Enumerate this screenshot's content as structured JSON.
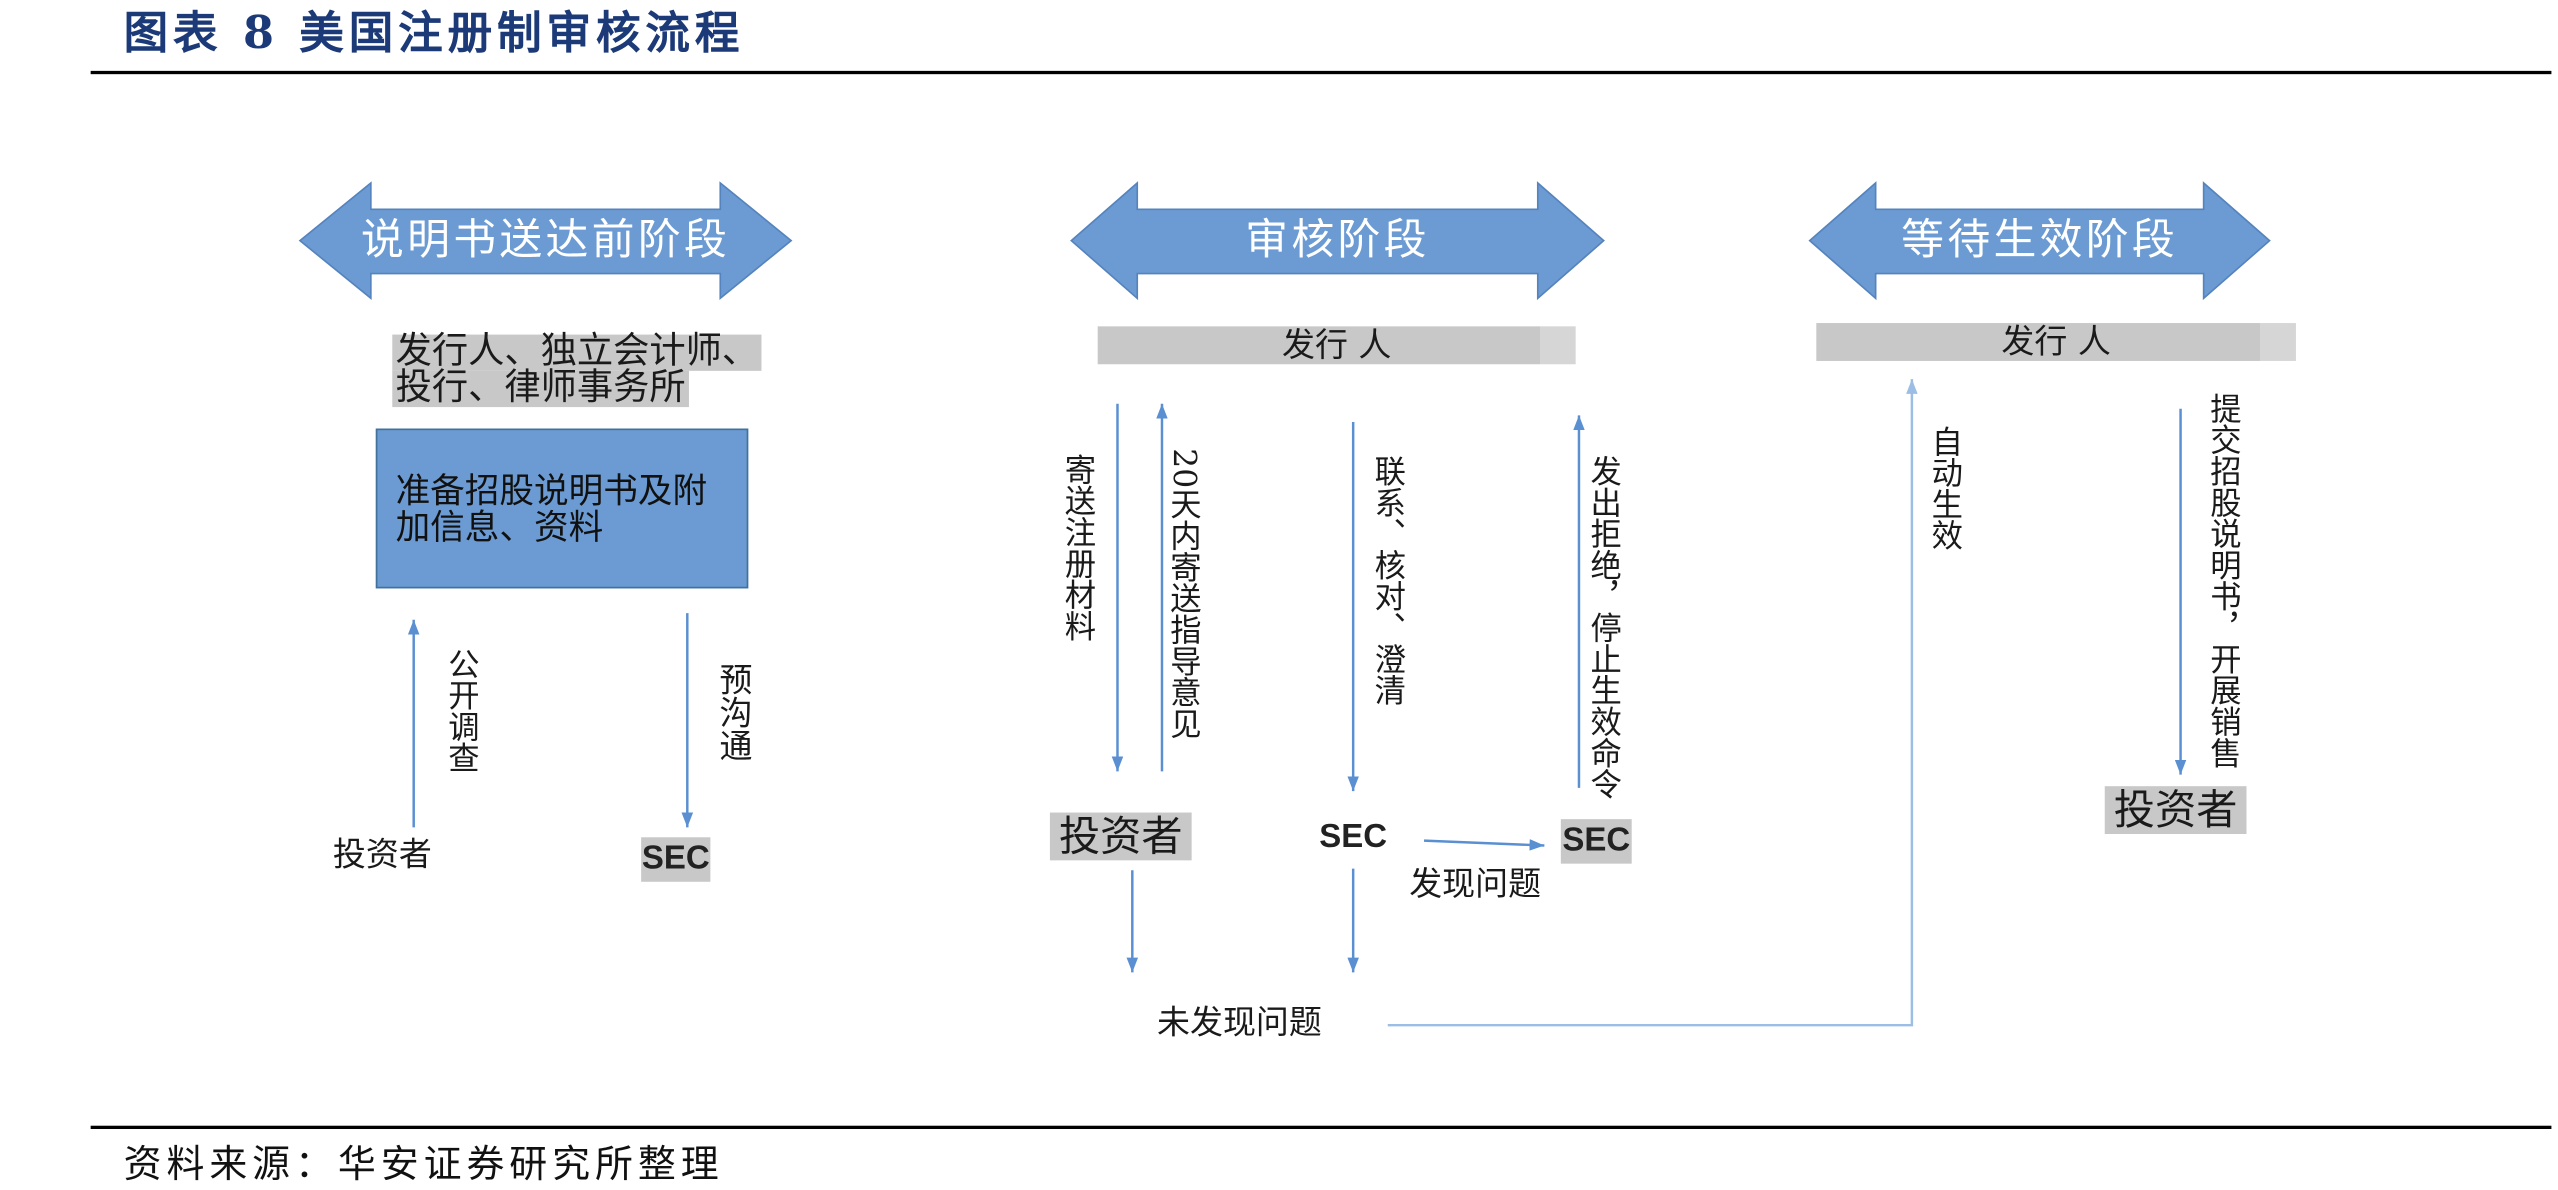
{
  "header": {
    "title": "图表 8 美国注册制审核流程"
  },
  "colors": {
    "title": "#1c3a78",
    "stage_arrow": "#6b9bd2",
    "stage_arrow_border": "#5583bd",
    "stage_text": "#ffffff",
    "task_box": "#6b9bd2",
    "task_box_border": "#41719c",
    "highlight": "#c8c8c8",
    "connector": "#5a8fd2",
    "connector_light": "#9cbde4"
  },
  "stages": [
    {
      "label": "说明书送达前阶段"
    },
    {
      "label": "审核阶段"
    },
    {
      "label": "等待生效阶段"
    }
  ],
  "pre_delivery": {
    "participants": [
      "发行人、独立会计师、",
      "投行、律师事务所"
    ],
    "task_box": [
      "准备招股说明书及附",
      "加信息、资料"
    ],
    "investigation_label": "公开调查",
    "pre_communication_label": "预沟通",
    "investor": "投资者",
    "sec": "SEC"
  },
  "review": {
    "issuer": "发行 人",
    "send_materials_label": "寄送注册材料",
    "guidance_label": "20天内寄送指导意见",
    "contact_label": "联系、核对、澄清",
    "rejection_label": "发出拒绝，停止生效命令",
    "investor": "投资者",
    "sec": "SEC",
    "sec_escalation": "SEC",
    "issue_found_label": "发现问题",
    "no_issue_label": "未发现问题"
  },
  "effective": {
    "issuer": "发行 人",
    "auto_effective_label": "自动生效",
    "submit_sell_label": "提交招股说明书，开展销售",
    "investor": "投资者"
  },
  "footer": {
    "source": "资料来源：华安证券研究所整理"
  }
}
